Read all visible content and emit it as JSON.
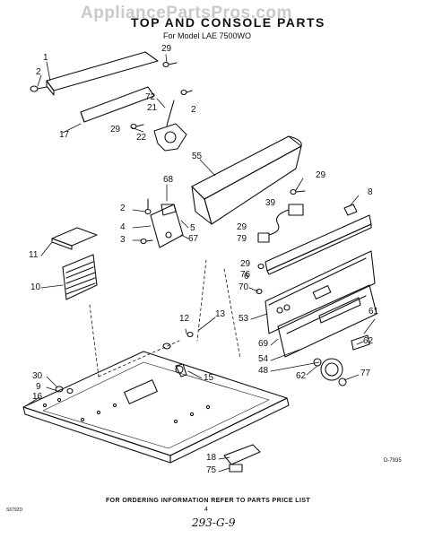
{
  "watermark": "AppliancePartsPros.com",
  "title": "TOP AND CONSOLE PARTS",
  "subtitle": "For Model LAE 7500WO",
  "callouts": [
    "1",
    "2",
    "29",
    "72",
    "2",
    "21",
    "17",
    "29",
    "22",
    "55",
    "29",
    "68",
    "8",
    "2",
    "39",
    "5",
    "4",
    "29",
    "3",
    "67",
    "79",
    "11",
    "29",
    "76",
    "10",
    "6",
    "70",
    "53",
    "61",
    "12",
    "13",
    "62",
    "69",
    "54",
    "48",
    "62",
    "77",
    "30",
    "15",
    "9",
    "16",
    "18",
    "75"
  ],
  "diagram_code": "D-7935",
  "side_ref": "S6792D",
  "footer": "FOR ORDERING INFORMATION REFER TO PARTS PRICE LIST",
  "page_number": "4",
  "handwritten_note": "293-G-9"
}
